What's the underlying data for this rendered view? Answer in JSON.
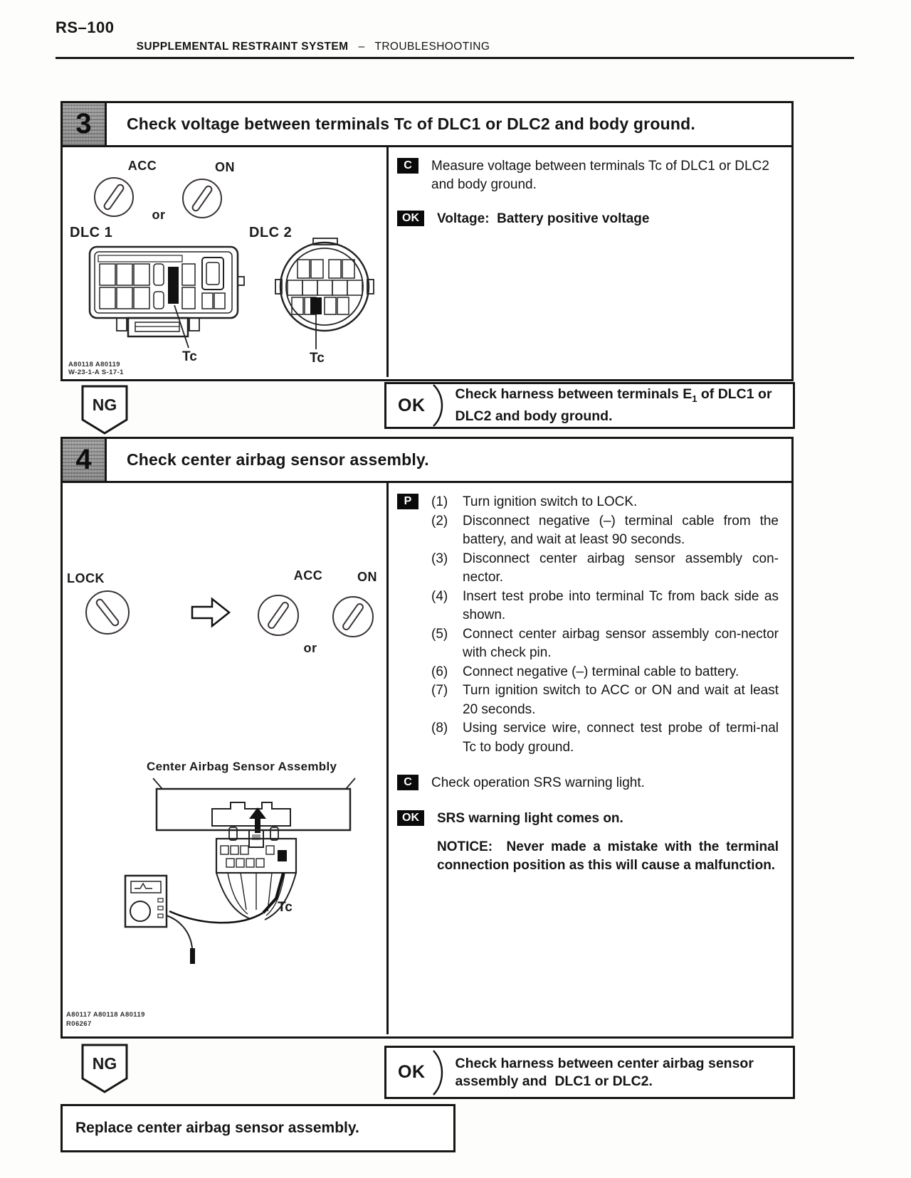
{
  "header": {
    "page_number": "RS–100",
    "section": "SUPPLEMENTAL RESTRAINT SYSTEM",
    "separator": "–",
    "subsection": "TROUBLESHOOTING"
  },
  "step3": {
    "number": "3",
    "title": "Check voltage between terminals Tc of DLC1 or DLC2 and body ground.",
    "diagram": {
      "acc": "ACC",
      "on": "ON",
      "or": "or",
      "dlc1": "DLC 1",
      "dlc2": "DLC 2",
      "tc1": "Tc",
      "tc2": "Tc",
      "caption1": "A80118 A80119",
      "caption2": "W-23-1-A S-17-1"
    },
    "measure": {
      "badge": "C",
      "text": "Measure voltage between terminals Tc of DLC1 or DLC2 and body ground."
    },
    "ok_spec": {
      "badge": "OK",
      "text": "Voltage:  Battery positive voltage"
    },
    "ng": "NG",
    "ok": "OK",
    "ok_action_pre": "Check harness between terminals E",
    "ok_action_sub": "1",
    "ok_action_post": " of DLC1 or DLC2 and body ground."
  },
  "step4": {
    "number": "4",
    "title": "Check center airbag sensor assembly.",
    "diagram": {
      "lock": "LOCK",
      "acc": "ACC",
      "on": "ON",
      "or": "or",
      "assembly": "Center Airbag Sensor Assembly",
      "tc": "Tc",
      "caption1": "A80117 A80118 A80119",
      "caption2": "R06267"
    },
    "prepare_badge": "P",
    "steps": [
      {
        "num": "(1)",
        "text": "Turn ignition switch to LOCK."
      },
      {
        "num": "(2)",
        "text": "Disconnect negative (–) terminal cable from the battery, and wait at least 90 seconds."
      },
      {
        "num": "(3)",
        "text": "Disconnect center airbag sensor assembly con-nector."
      },
      {
        "num": "(4)",
        "text": "Insert test probe into terminal Tc from back side as shown."
      },
      {
        "num": "(5)",
        "text": "Connect center airbag sensor assembly con-nector with check pin."
      },
      {
        "num": "(6)",
        "text": "Connect negative (–) terminal cable to battery."
      },
      {
        "num": "(7)",
        "text": "Turn ignition switch to ACC or ON and wait at least 20 seconds."
      },
      {
        "num": "(8)",
        "text": "Using service wire, connect test probe of termi-nal Tc to body ground."
      }
    ],
    "check": {
      "badge": "C",
      "text": "Check operation SRS warning light."
    },
    "ok_result": {
      "badge": "OK",
      "text": "SRS warning light comes on."
    },
    "notice": "NOTICE:  Never made a mistake with the terminal connection position as this will cause a malfunction.",
    "ng": "NG",
    "ok": "OK",
    "ok_action": "Check harness between center airbag sensor assembly and  DLC1 or DLC2."
  },
  "footer": {
    "replace": "Replace center airbag sensor assembly."
  }
}
